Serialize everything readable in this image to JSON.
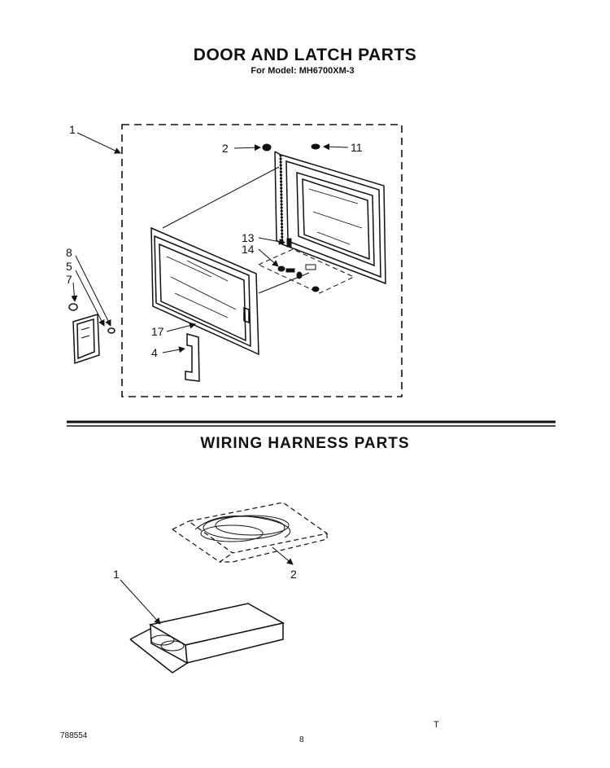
{
  "section_door": {
    "title": "DOOR AND LATCH PARTS",
    "subtitle": "For Model: MH6700XM-3",
    "callouts": [
      "1",
      "2",
      "11",
      "13",
      "14",
      "8",
      "5",
      "7",
      "17",
      "4"
    ]
  },
  "section_wiring": {
    "title": "WIRING HARNESS PARTS",
    "callouts": [
      "1",
      "2"
    ]
  },
  "footer": {
    "doc_number": "788554",
    "page_number": "8",
    "corner_mark": "T"
  }
}
